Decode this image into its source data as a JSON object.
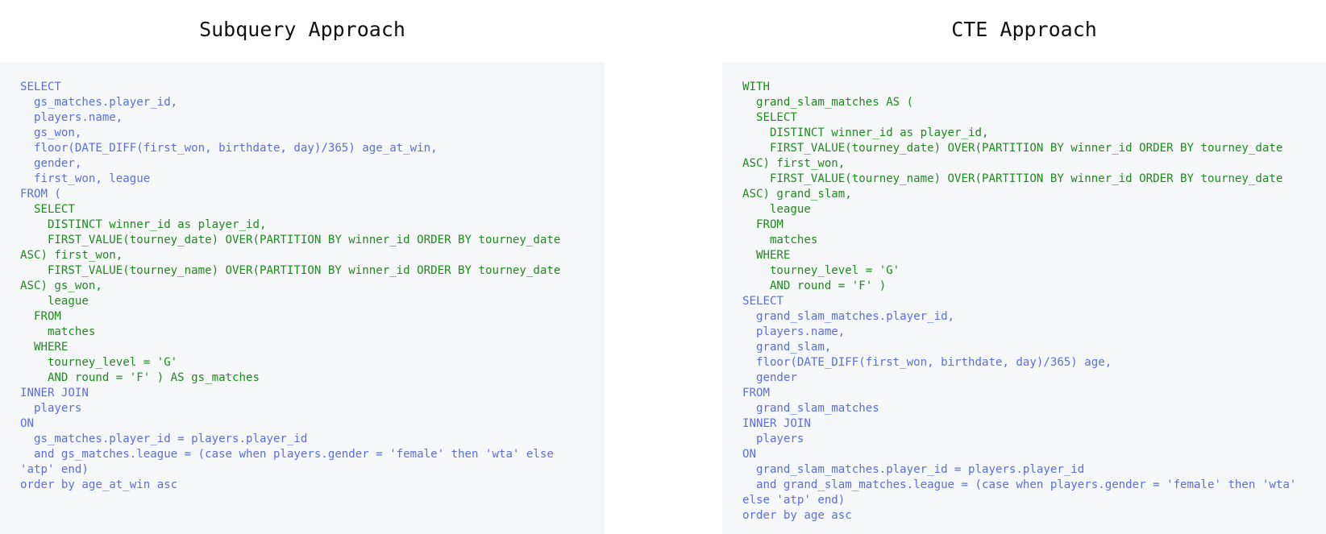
{
  "colors": {
    "outer_query": "#5b6ee0",
    "inner_query": "#1f8a1f",
    "panel_background": "#f6f7f9"
  },
  "left_panel": {
    "title": "Subquery Approach",
    "lines": [
      {
        "text": "SELECT",
        "kind": "outer"
      },
      {
        "text": "  gs_matches.player_id,",
        "kind": "outer"
      },
      {
        "text": "  players.name,",
        "kind": "outer"
      },
      {
        "text": "  gs_won,",
        "kind": "outer"
      },
      {
        "text": "  floor(DATE_DIFF(first_won, birthdate, day)/365) age_at_win,",
        "kind": "outer"
      },
      {
        "text": "  gender,",
        "kind": "outer"
      },
      {
        "text": "  first_won, league",
        "kind": "outer"
      },
      {
        "text": "FROM (",
        "kind": "outer"
      },
      {
        "text": "  SELECT",
        "kind": "inner"
      },
      {
        "text": "    DISTINCT winner_id as player_id,",
        "kind": "inner"
      },
      {
        "text": "    FIRST_VALUE(tourney_date) OVER(PARTITION BY winner_id ORDER BY tourney_date",
        "kind": "inner"
      },
      {
        "text": "ASC) first_won,",
        "kind": "inner"
      },
      {
        "text": "    FIRST_VALUE(tourney_name) OVER(PARTITION BY winner_id ORDER BY tourney_date",
        "kind": "inner"
      },
      {
        "text": "ASC) gs_won,",
        "kind": "inner"
      },
      {
        "text": "    league",
        "kind": "inner"
      },
      {
        "text": "  FROM",
        "kind": "inner"
      },
      {
        "text": "    matches",
        "kind": "inner"
      },
      {
        "text": "  WHERE",
        "kind": "inner"
      },
      {
        "text": "    tourney_level = 'G'",
        "kind": "inner"
      },
      {
        "text": "    AND round = 'F' ) AS gs_matches",
        "kind": "inner"
      },
      {
        "text": "INNER JOIN",
        "kind": "outer"
      },
      {
        "text": "  players",
        "kind": "outer"
      },
      {
        "text": "ON",
        "kind": "outer"
      },
      {
        "text": "  gs_matches.player_id = players.player_id",
        "kind": "outer"
      },
      {
        "text": "  and gs_matches.league = (case when players.gender = 'female' then 'wta' else",
        "kind": "outer"
      },
      {
        "text": "'atp' end)",
        "kind": "outer"
      },
      {
        "text": "order by age_at_win asc",
        "kind": "outer"
      }
    ]
  },
  "right_panel": {
    "title": "CTE Approach",
    "lines": [
      {
        "text": "WITH",
        "kind": "inner"
      },
      {
        "text": "  grand_slam_matches AS (",
        "kind": "inner"
      },
      {
        "text": "  SELECT",
        "kind": "inner"
      },
      {
        "text": "    DISTINCT winner_id as player_id,",
        "kind": "inner"
      },
      {
        "text": "    FIRST_VALUE(tourney_date) OVER(PARTITION BY winner_id ORDER BY tourney_date",
        "kind": "inner"
      },
      {
        "text": "ASC) first_won,",
        "kind": "inner"
      },
      {
        "text": "    FIRST_VALUE(tourney_name) OVER(PARTITION BY winner_id ORDER BY tourney_date",
        "kind": "inner"
      },
      {
        "text": "ASC) grand_slam,",
        "kind": "inner"
      },
      {
        "text": "    league",
        "kind": "inner"
      },
      {
        "text": "  FROM",
        "kind": "inner"
      },
      {
        "text": "    matches",
        "kind": "inner"
      },
      {
        "text": "  WHERE",
        "kind": "inner"
      },
      {
        "text": "    tourney_level = 'G'",
        "kind": "inner"
      },
      {
        "text": "    AND round = 'F' )",
        "kind": "inner"
      },
      {
        "text": "SELECT",
        "kind": "outer"
      },
      {
        "text": "  grand_slam_matches.player_id,",
        "kind": "outer"
      },
      {
        "text": "  players.name,",
        "kind": "outer"
      },
      {
        "text": "  grand_slam,",
        "kind": "outer"
      },
      {
        "text": "  floor(DATE_DIFF(first_won, birthdate, day)/365) age,",
        "kind": "outer"
      },
      {
        "text": "  gender",
        "kind": "outer"
      },
      {
        "text": "FROM",
        "kind": "outer"
      },
      {
        "text": "  grand_slam_matches",
        "kind": "outer"
      },
      {
        "text": "INNER JOIN",
        "kind": "outer"
      },
      {
        "text": "  players",
        "kind": "outer"
      },
      {
        "text": "ON",
        "kind": "outer"
      },
      {
        "text": "  grand_slam_matches.player_id = players.player_id",
        "kind": "outer"
      },
      {
        "text": "  and grand_slam_matches.league = (case when players.gender = 'female' then 'wta'",
        "kind": "outer"
      },
      {
        "text": "else 'atp' end)",
        "kind": "outer"
      },
      {
        "text": "order by age asc",
        "kind": "outer"
      }
    ]
  }
}
